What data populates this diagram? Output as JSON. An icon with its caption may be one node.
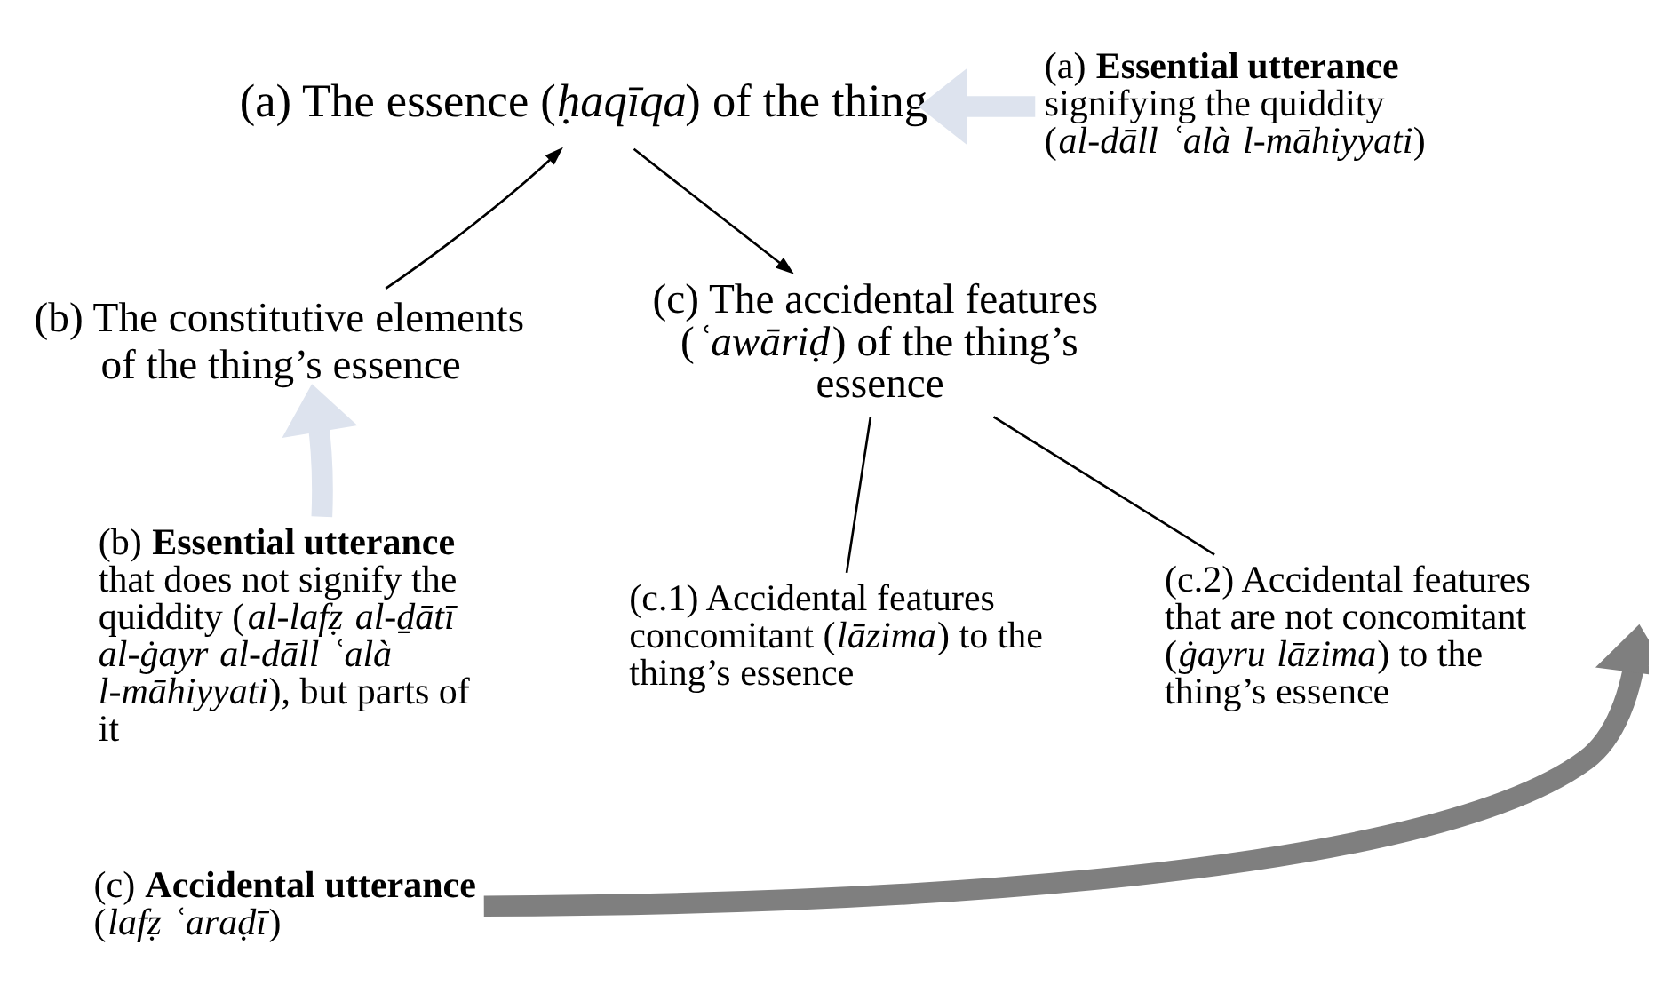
{
  "diagram": {
    "nodes": [
      {
        "text": [
          "(a) The essence (*ḥaqīqa*) of the thing"
        ]
      },
      {
        "text": [
          "(a) **Essential utterance** signifying the quiddity (*al-dāll ʿalà l-māhiyyati*)"
        ]
      },
      {
        "text": [
          "(b) The constitutive elements of the thing’s essence"
        ]
      },
      {
        "text": [
          "(c) The accidental features (*ʿawāriḍ*) of the thing’s essence"
        ]
      },
      {
        "text": [
          "(c.1) Accidental features concomitant (*lāzima*) to the thing’s essence"
        ]
      },
      {
        "text": [
          "(c.2) Accidental features that are not concomitant (*ġayru lāzima*) to the thing’s essence"
        ]
      },
      {
        "text": [
          "(b) **Essential utterance** that does not signify the quiddity (*al-lafẓ al-ḏātī al-ġayr al-dāll ʿalà l-māhiyyati*), but parts of it"
        ]
      },
      {
        "text": [
          "(c) **Accidental utterance** (*lafẓ ʿaraḍī*)"
        ]
      }
    ],
    "edges": [
      {
        "from": 1,
        "to": 0,
        "arrow": "to",
        "style": "thick",
        "color": "#dde3ee"
      },
      {
        "from": 2,
        "to": 0,
        "arrow": "to"
      },
      {
        "from": 0,
        "to": 3,
        "arrow": "to"
      },
      {
        "from": 3,
        "to": 4,
        "arrow": "none"
      },
      {
        "from": 3,
        "to": 5,
        "arrow": "none"
      },
      {
        "from": 6,
        "to": 2,
        "arrow": "to",
        "style": "thick",
        "color": "#dde3ee"
      },
      {
        "from": 7,
        "to": null,
        "arrow": "to",
        "style": "thick",
        "color": "#7f7f7f"
      }
    ]
  }
}
